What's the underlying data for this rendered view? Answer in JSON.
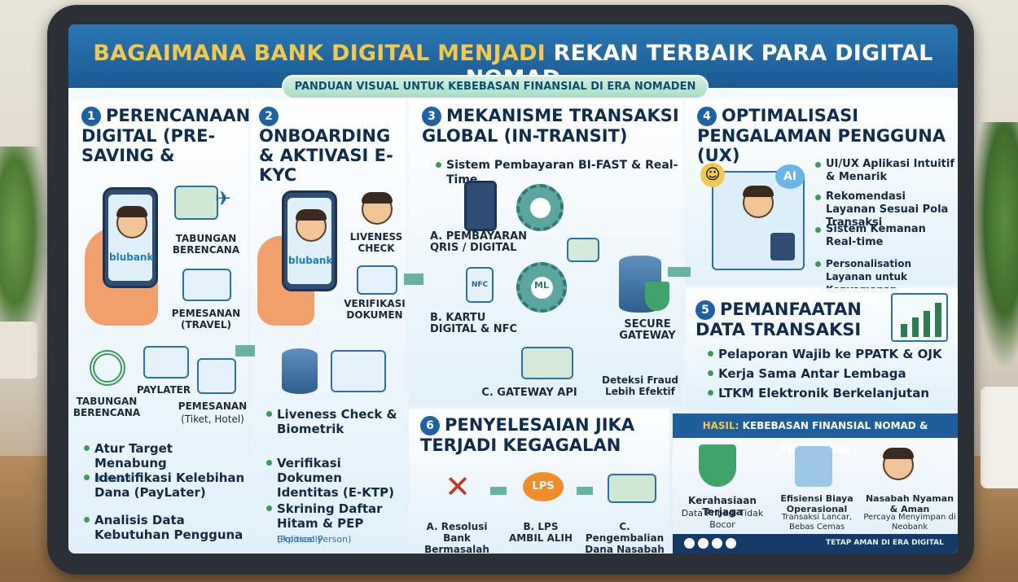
{
  "title": {
    "part1": "BAGAIMANA BANK DIGITAL MENJADI",
    "part2": "REKAN TERBAIK PARA DIGITAL NOMAD"
  },
  "subtitle": "PANDUAN VISUAL UNTUK KEBEBASAN FINANSIAL DI ERA NOMADEN",
  "brand": "blubank",
  "s1": {
    "num": "1",
    "title": "PERENCANAAN DIGITAL (PRE-SAVING &",
    "labels": {
      "tabungan1": "TABUNGAN BERENCANA",
      "pesanan_travel": "PEMESANAN (TRAVEL)",
      "tabungan2": "TABUNGAN BERENCANA",
      "paylater": "PAYLATER",
      "pemesanan": "PEMESANAN",
      "pemesanan_sub": "(Tiket, Hotel)"
    },
    "bullets": [
      "Atur Target Menabung",
      "Identifikasi Kelebihan Dana (PayLater)",
      "Analisis Data Kebutuhan Pengguna"
    ],
    "bullet1_sub": "Bulanan"
  },
  "s2": {
    "num": "2",
    "title": "ONBOARDING & AKTIVASI E-KYC",
    "labels": {
      "liveness": "LIVENESS CHECK",
      "verifikasi": "VERIFIKASI DOKUMEN"
    },
    "bullets": [
      "Liveness Check & Biometrik",
      "Verifikasi Dokumen Identitas (E-KTP)",
      "Skrining Daftar Hitam & PEP"
    ],
    "pep_paren": "(Politically",
    "pep_sub": "Exposed Person)"
  },
  "s3": {
    "num": "3",
    "title": "MEKANISME TRANSAKSI GLOBAL (IN-TRANSIT)",
    "bullet": "Sistem Pembayaran BI-FAST & Real-Time",
    "labels": {
      "qris": "A. PEMBAYARAN QRIS / DIGITAL",
      "nfc": "B. KARTU DIGITAL & NFC",
      "api": "C. GATEWAY API",
      "gateway": "SECURE GATEWAY",
      "fraud": "Deteksi Fraud Lebih Efektif"
    },
    "gear_ml": "ML",
    "nfc_icon": "NFC"
  },
  "s4": {
    "num": "4",
    "title": "OPTIMALISASI PENGALAMAN PENGGUNA (UX)",
    "ai_badge": "AI",
    "bullets": [
      "UI/UX Aplikasi Intuitif & Menarik",
      "Rekomendasi Layanan Sesuai Pola Transaksi",
      "Sistem Kemanan Real-time",
      "Personalisation Layanan untuk Kenyamanan"
    ]
  },
  "s5": {
    "num": "5",
    "title": "PEMANFAATAN DATA TRANSAKSI",
    "bullets": [
      "Pelaporan Wajib ke PPATK & OJK",
      "Kerja Sama Antar Lembaga",
      "LTKM Elektronik Berkelanjutan"
    ]
  },
  "s6": {
    "num": "6",
    "title": "PENYELESAIAN JIKA TERJADI KEGAGALAN",
    "lps": "LPS",
    "steps": [
      "A. Resolusi Bank Bermasalah",
      "B. LPS AMBIL ALIH",
      "C. Pengembalian Dana Nasabah"
    ]
  },
  "hasil": {
    "label": "HASIL:",
    "text": "KEBEBASAN FINANSIAL NOMAD & TERPERCAYA",
    "items": [
      {
        "title": "Kerahasiaan Terjaga",
        "sub": "Data Pribadi Tidak Bocor"
      },
      {
        "title": "Efisiensi Biaya Operasional",
        "sub": "Transaksi Lancar, Bebas Cemas"
      },
      {
        "title": "Nasabah Nyaman & Aman",
        "sub": "Percaya Menyimpan di Neobank"
      }
    ],
    "footer": "TETAP AMAN DI ERA DIGITAL"
  },
  "colors": {
    "header": "#1a5a93",
    "accent_gold": "#f2c94c",
    "badge": "#1e62a5",
    "bullet": "#3c9a57"
  }
}
